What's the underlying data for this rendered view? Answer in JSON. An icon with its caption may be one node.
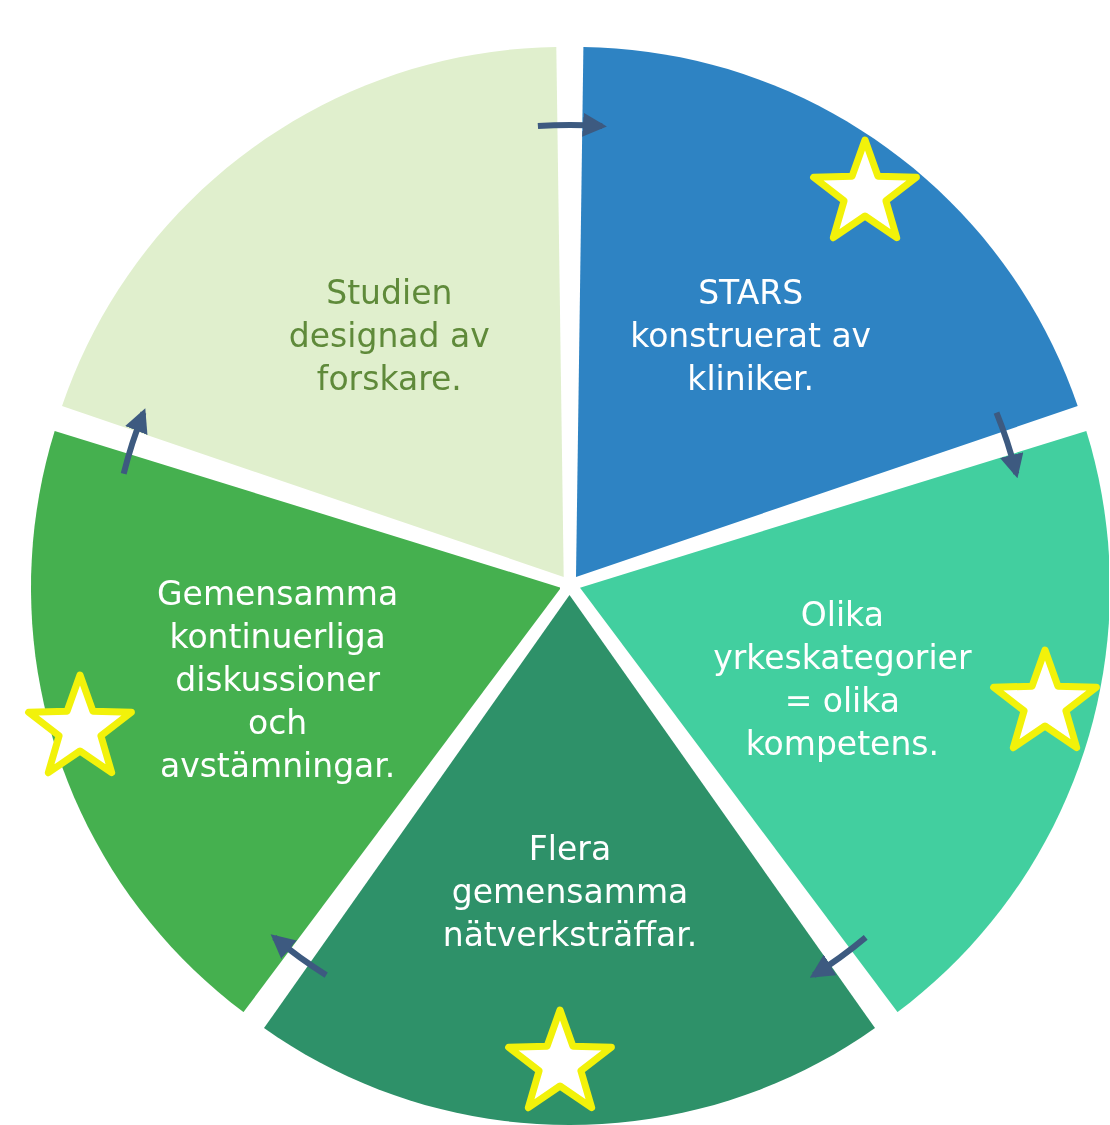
{
  "diagram": {
    "nodes": [
      {
        "text": [
          "Studien designad av forskare."
        ]
      },
      {
        "text": [
          "STARS konstruerat av kliniker."
        ]
      },
      {
        "text": [
          "Olika yrkeskategorier = olika kompetens."
        ]
      },
      {
        "text": [
          "Flera gemensamma nätverksträffar."
        ]
      },
      {
        "text": [
          "Gemensamma kontinuerliga diskussioner och avstämningar."
        ]
      }
    ],
    "edges": [
      {
        "from": 0,
        "to": 1,
        "arrow": "to"
      },
      {
        "from": 1,
        "to": 2,
        "arrow": "to"
      },
      {
        "from": 2,
        "to": 3,
        "arrow": "to"
      },
      {
        "from": 3,
        "to": 4,
        "arrow": "to"
      },
      {
        "from": 4,
        "to": 0,
        "arrow": "to"
      }
    ]
  }
}
